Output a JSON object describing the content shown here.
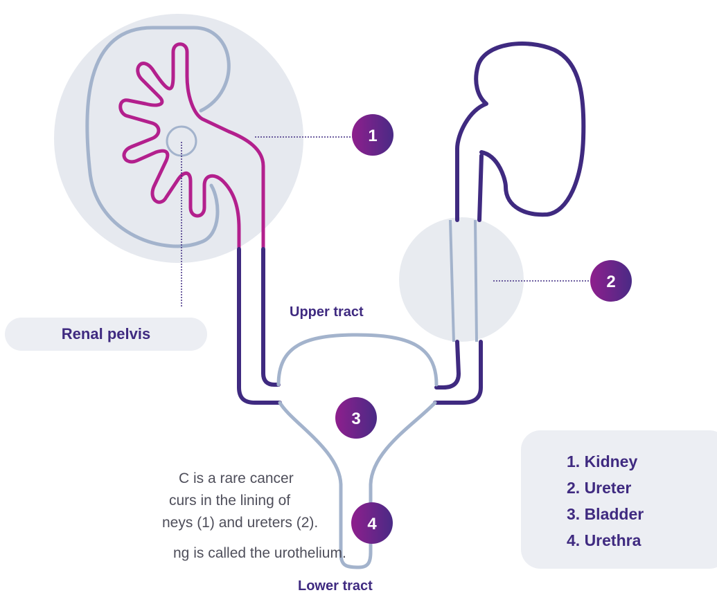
{
  "labels": {
    "upper_tract": "Upper tract",
    "lower_tract": "Lower tract",
    "renal_pelvis": "Renal pelvis"
  },
  "markers": [
    {
      "number": "1"
    },
    {
      "number": "2"
    },
    {
      "number": "3"
    },
    {
      "number": "4"
    }
  ],
  "legend": {
    "items": [
      "1. Kidney",
      "2. Ureter",
      "3. Bladder",
      "4. Urethra"
    ]
  },
  "body_text": {
    "line1": "C is a rare cancer",
    "line2": "curs in the lining of",
    "line3": "neys (1) and ureters (2).",
    "line4": "ng is called the urothelium."
  },
  "colors": {
    "purple": "#3f2a80",
    "magenta": "#b3208d",
    "grey_blue": "#a3b3cc",
    "circle_bg": "#e6e9ef",
    "badge_start": "#8e1f8d",
    "badge_end": "#4a2a85"
  }
}
